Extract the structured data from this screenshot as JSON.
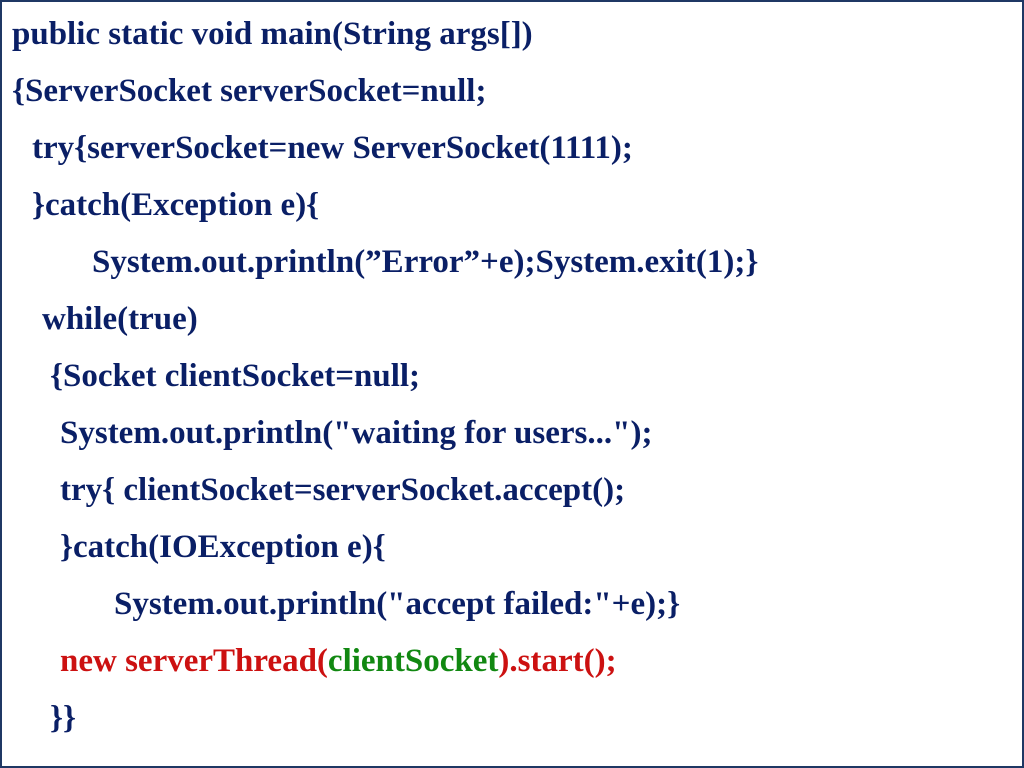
{
  "code": {
    "line1": "public static void main(String args[])",
    "line2": "{ServerSocket serverSocket=null;",
    "line3": "try{serverSocket=new ServerSocket(1111);",
    "line4": "}catch(Exception e){",
    "line5": "System.out.println(”Error”+e);System.exit(1);}",
    "line6": "while(true)",
    "line7": "{Socket clientSocket=null;",
    "line8": "System.out.println(\"waiting for users...\");",
    "line9": "try{ clientSocket=serverSocket.accept();",
    "line10": "}catch(IOException e){",
    "line11": "System.out.println(\"accept failed:\"+e);}",
    "line12": {
      "part1": "new serverThread(",
      "part2": "clientSocket",
      "part3": ").start();"
    },
    "line13": "}}"
  },
  "colors": {
    "text": "#0a1f66",
    "highlight_red": "#cc1111",
    "highlight_green": "#118811",
    "border": "#1f3864"
  }
}
